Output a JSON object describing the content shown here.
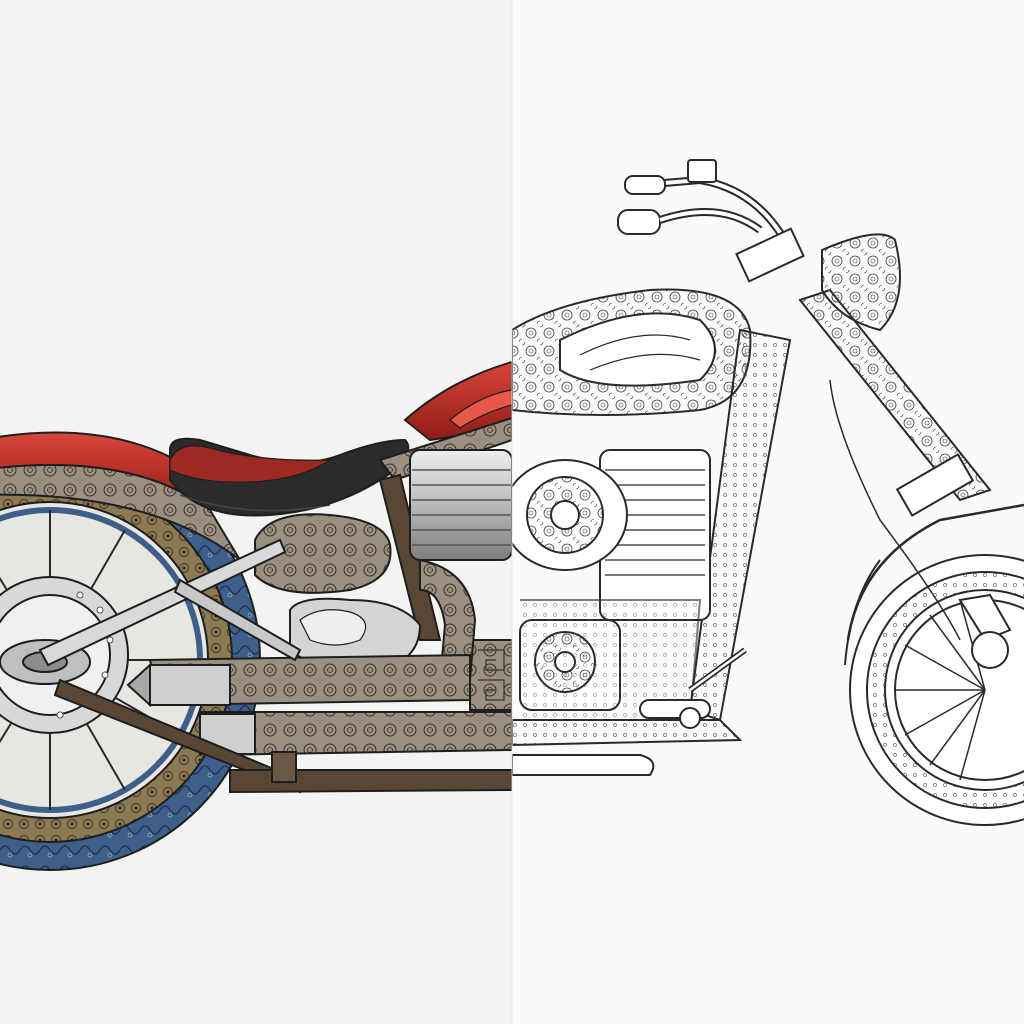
{
  "scene": {
    "subject": "custom-chopper-motorcycle",
    "left_half_style": "colored",
    "right_half_style": "line-art",
    "colors": {
      "background": "#f7f7f6",
      "background_left": "#f3f3f2",
      "ink": "#2a2a2a",
      "tank_red": "#b3271f",
      "tank_red_light": "#d9453a",
      "fender_red": "#a8261f",
      "seat_black": "#2b2b2b",
      "seat_red": "#9c2a22",
      "tire_blue": "#3d5f8a",
      "tire_gold": "#8c7a52",
      "chrome": "#c9c9c9",
      "bronze": "#7a6148",
      "frame_brown": "#5a4634"
    }
  }
}
